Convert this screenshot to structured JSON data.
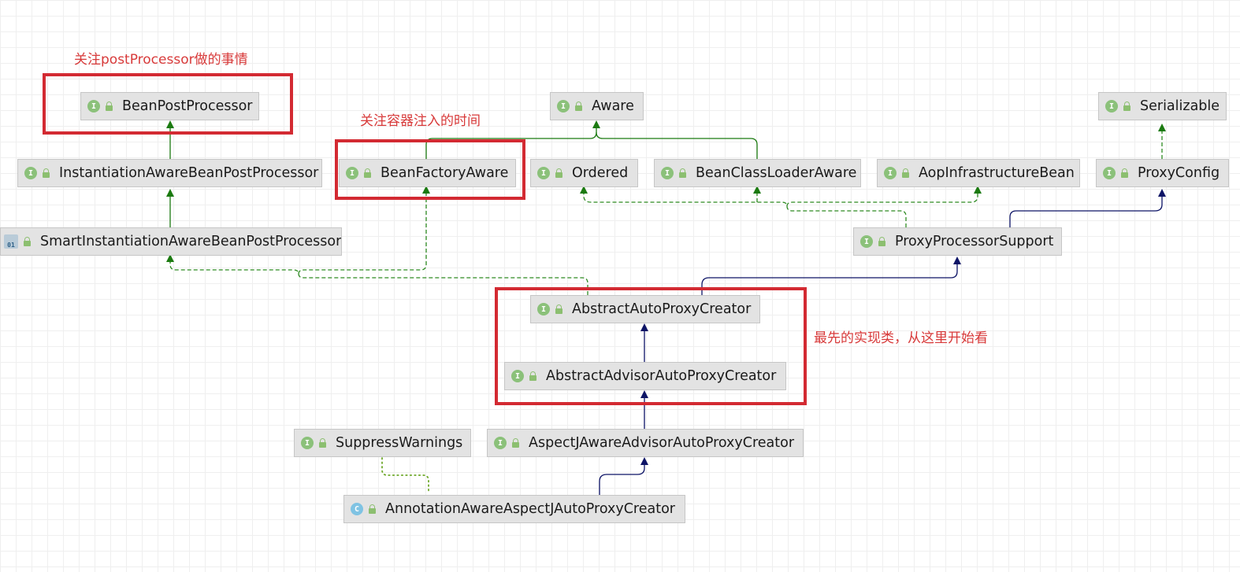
{
  "colors": {
    "extends_edge": "#1b7a10",
    "implements_edge": "#2e8b22",
    "class_extends_edge": "#0d1466",
    "annotation_edge": "#6ea82a",
    "highlight": "#d32a32",
    "note_text": "#d83a3a",
    "node_fill": "#e3e3e3"
  },
  "nodes": {
    "bean_post_processor": {
      "label": "BeanPostProcessor",
      "icon": "interface-icon"
    },
    "instantiation_aware": {
      "label": "InstantiationAwareBeanPostProcessor",
      "icon": "interface-icon"
    },
    "smart_instantiation_aware": {
      "label": "SmartInstantiationAwareBeanPostProcessor",
      "icon": "abstract-interface-icon",
      "icon_text": "01"
    },
    "aware": {
      "label": "Aware",
      "icon": "interface-icon"
    },
    "bean_factory_aware": {
      "label": "BeanFactoryAware",
      "icon": "interface-icon"
    },
    "ordered": {
      "label": "Ordered",
      "icon": "interface-icon"
    },
    "bean_class_loader_aware": {
      "label": "BeanClassLoaderAware",
      "icon": "interface-icon"
    },
    "aop_infrastructure_bean": {
      "label": "AopInfrastructureBean",
      "icon": "interface-icon"
    },
    "serializable": {
      "label": "Serializable",
      "icon": "interface-icon"
    },
    "proxy_config": {
      "label": "ProxyConfig",
      "icon": "interface-icon"
    },
    "proxy_processor_support": {
      "label": "ProxyProcessorSupport",
      "icon": "interface-icon"
    },
    "abstract_auto_proxy_creator": {
      "label": "AbstractAutoProxyCreator",
      "icon": "interface-icon"
    },
    "abstract_advisor_auto_proxy_creator": {
      "label": "AbstractAdvisorAutoProxyCreator",
      "icon": "interface-icon"
    },
    "suppress_warnings": {
      "label": "SuppressWarnings",
      "icon": "interface-icon"
    },
    "aspectj_aware_advisor_auto_proxy_creator": {
      "label": "AspectJAwareAdvisorAutoProxyCreator",
      "icon": "interface-icon"
    },
    "annotation_aware_aspectj_auto_proxy_creator": {
      "label": "AnnotationAwareAspectJAutoProxyCreator",
      "icon": "class-icon"
    }
  },
  "icon_letters": {
    "interface": "I",
    "class": "C"
  },
  "notes": {
    "post_processor": "关注postProcessor做的事情",
    "container_injection": "关注容器注入的时间",
    "first_impl": "最先的实现类，从这里开始看"
  }
}
